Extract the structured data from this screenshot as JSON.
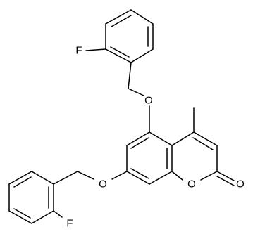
{
  "atoms": {
    "F_top": "F",
    "O_upper_ether": "O",
    "O_lower_ether": "O",
    "O_ring": "O",
    "O_carbonyl": "O",
    "F_bottom": "F"
  },
  "colors": {
    "bond": "#000000",
    "label": "#000000",
    "background": "#ffffff"
  }
}
